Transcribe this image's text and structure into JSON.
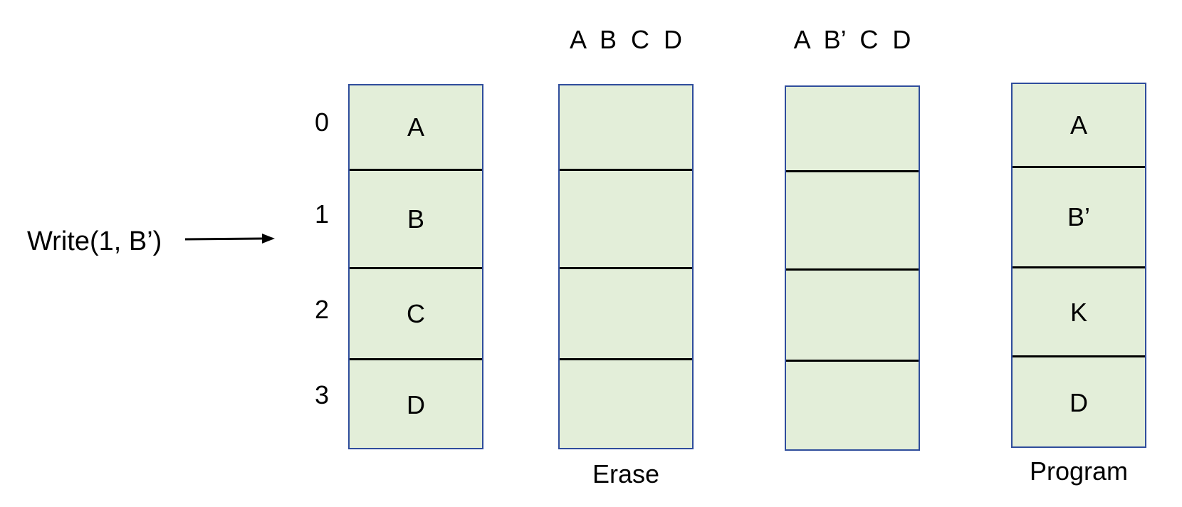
{
  "write_op": "Write(1, B’)",
  "row_numbers": [
    "0",
    "1",
    "2",
    "3"
  ],
  "blocks": [
    {
      "header": "",
      "cells": [
        "A",
        "B",
        "C",
        "D"
      ],
      "caption": ""
    },
    {
      "header": "A  B  C  D",
      "cells": [
        "",
        "",
        "",
        ""
      ],
      "caption": "Erase"
    },
    {
      "header": "A  B’  C  D",
      "cells": [
        "",
        "",
        "",
        ""
      ],
      "caption": ""
    },
    {
      "header": "",
      "cells": [
        "A",
        "B’",
        "K",
        "D"
      ],
      "caption": "Program"
    }
  ],
  "colors": {
    "cell_fill": "#e3eed9",
    "block_border": "#2f4d9c",
    "divider": "#000000"
  }
}
